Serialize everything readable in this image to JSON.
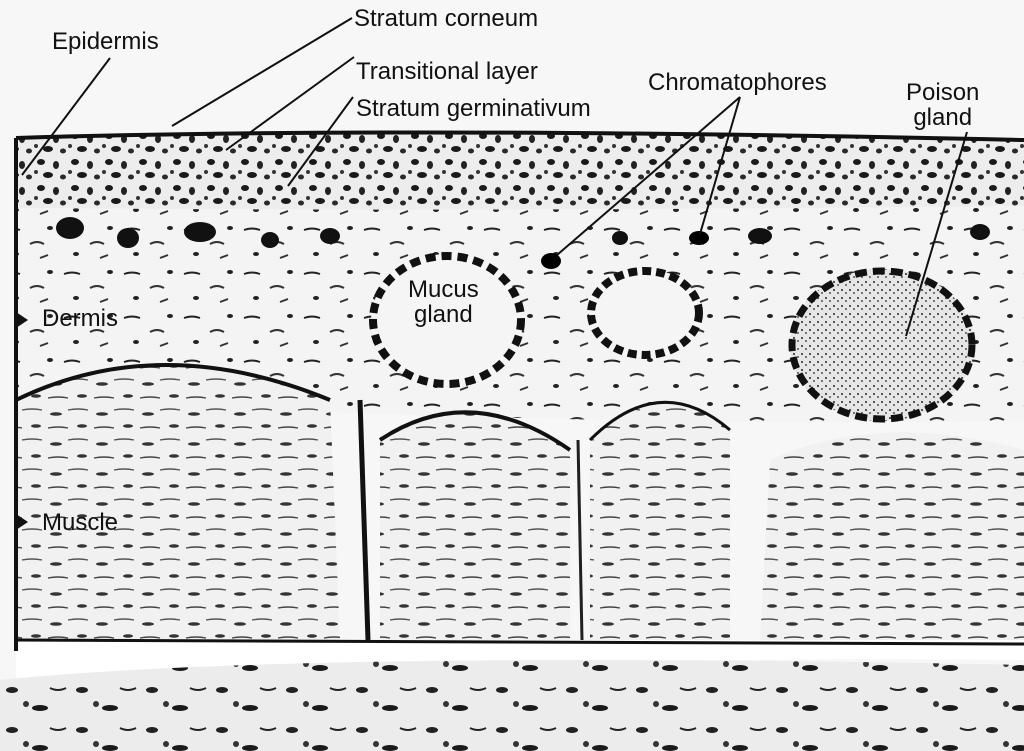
{
  "labels": {
    "epidermis": "Epidermis",
    "stratum_corneum": "Stratum corneum",
    "transitional_layer": "Transitional layer",
    "stratum_germinativum": "Stratum germinativum",
    "chromatophores": "Chromatophores",
    "poison_gland_line1": "Poison",
    "poison_gland_line2": "gland",
    "mucus_gland_line1": "Mucus",
    "mucus_gland_line2": "gland",
    "dermis": "Dermis",
    "muscle": "Muscle"
  },
  "colors": {
    "ink": "#111111",
    "tissue_light": "#f2f2f2",
    "background": "#f7f7f7"
  }
}
